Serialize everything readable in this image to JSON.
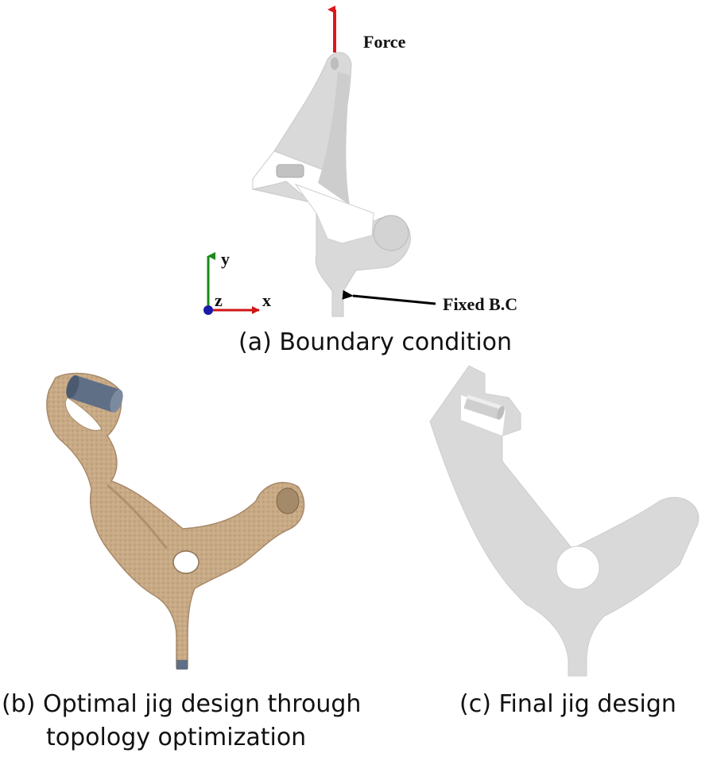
{
  "panels": {
    "a": {
      "caption": "(a) Boundary condition",
      "force_label": "Force",
      "fixed_label": "Fixed B.C",
      "axes": {
        "x": "x",
        "y": "y",
        "z": "z"
      }
    },
    "b": {
      "caption_line1": "(b) Optimal jig design through",
      "caption_line2": "topology optimization"
    },
    "c": {
      "caption": "(c) Final jig design"
    }
  },
  "colors": {
    "part_gray": "#d9d9d9",
    "part_shadow": "#c4c4c4",
    "topology_tan": "#c8ab86",
    "topology_dark": "#8f7455",
    "cylinder_blue": "#5f6f86",
    "force_arrow": "#e0151b",
    "axis_x": "#d01616",
    "axis_y": "#1a8a1a",
    "axis_z": "#1a1aa8"
  }
}
